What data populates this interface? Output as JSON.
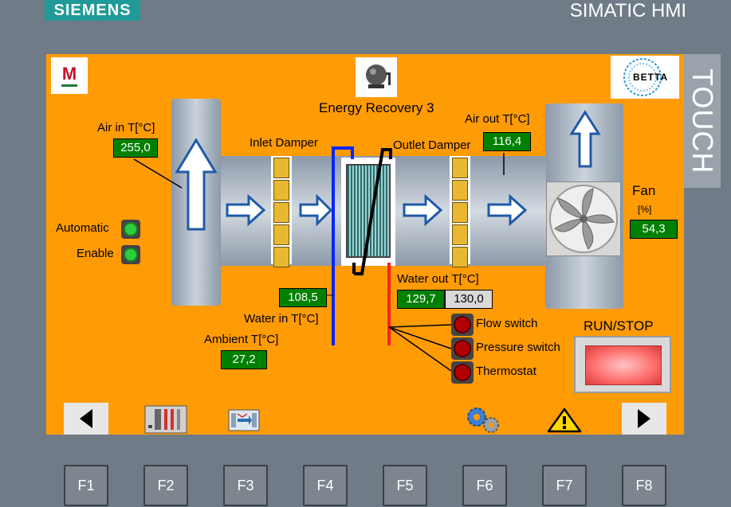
{
  "frame": {
    "brand": "SIEMENS",
    "model": "SIMATIC HMI",
    "touch": "TOUCH"
  },
  "screen": {
    "title": "Energy Recovery 3",
    "betta_logo": "BETTA",
    "m_logo": "M",
    "labels": {
      "air_in": "Air in T[°C]",
      "inlet_damper": "Inlet Damper",
      "outlet_damper": "Outlet Damper",
      "air_out": "Air out T[°C]",
      "fan": "Fan",
      "fan_unit": "[%]",
      "automatic": "Automatic",
      "enable": "Enable",
      "water_in": "Water in T[°C]",
      "water_out": "Water out T[°C]",
      "ambient": "Ambient T[°C]",
      "flow_switch": "Flow switch",
      "pressure_switch": "Pressure switch",
      "thermostat": "Thermostat",
      "run_stop": "RUN/STOP"
    },
    "values": {
      "air_in": "255,0",
      "air_out": "116,4",
      "fan": "54,3",
      "water_in": "108,5",
      "water_out": "129,7",
      "water_out_setpoint": "130,0",
      "ambient": "27,2"
    },
    "status": {
      "automatic": "green",
      "enable": "green",
      "flow_switch": "red",
      "pressure_switch": "red",
      "thermostat": "red"
    },
    "nav_icons": [
      "arrow-left-icon",
      "trend-panel-icon",
      "process-diagram-icon",
      "settings-gears-icon",
      "warning-icon",
      "arrow-right-icon"
    ]
  },
  "keys": [
    "F1",
    "F2",
    "F3",
    "F4",
    "F5",
    "F6",
    "F7",
    "F8"
  ],
  "colors": {
    "screen_bg": "#ff9b05",
    "value_bg": "#008000",
    "led_green": "#2ecc40",
    "led_red": "#b00000",
    "water_in_pipe": "#0026ff",
    "water_out_pipe": "#ff2020",
    "brand": "#1f9a98"
  }
}
